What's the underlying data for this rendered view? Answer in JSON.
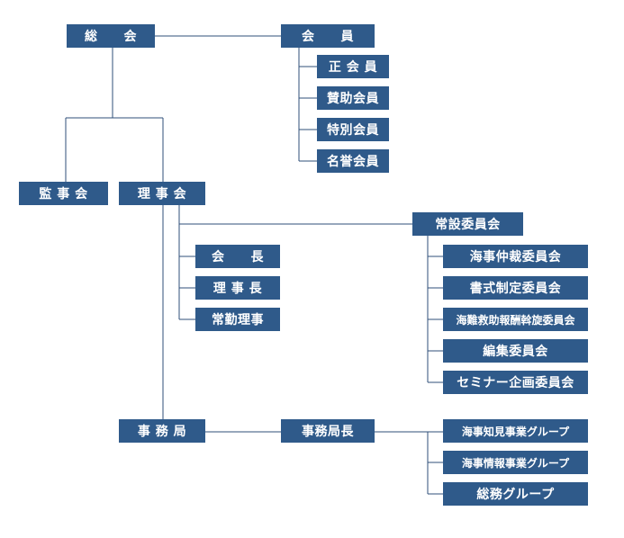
{
  "org_chart": {
    "general_meeting": "総　　会",
    "members": {
      "label": "会　　員",
      "items": [
        "正 会 員",
        "賛助会員",
        "特別会員",
        "名誉会員"
      ]
    },
    "auditors": "監 事 会",
    "board": "理 事 会",
    "officers": [
      "会　　長",
      "理 事 長",
      "常勤理事"
    ],
    "standing_committees": {
      "label": "常設委員会",
      "items": [
        "海事仲裁委員会",
        "書式制定委員会",
        "海難救助報酬斡旋委員会",
        "編集委員会",
        "セミナー企画委員会"
      ]
    },
    "secretariat": "事 務 局",
    "secretary_general": "事務局長",
    "groups": [
      "海事知見事業グループ",
      "海事情報事業グループ",
      "総務グループ"
    ]
  },
  "colors": {
    "box": "#2f5a8a",
    "text": "#ffffff",
    "line": "#2f4f7a"
  }
}
